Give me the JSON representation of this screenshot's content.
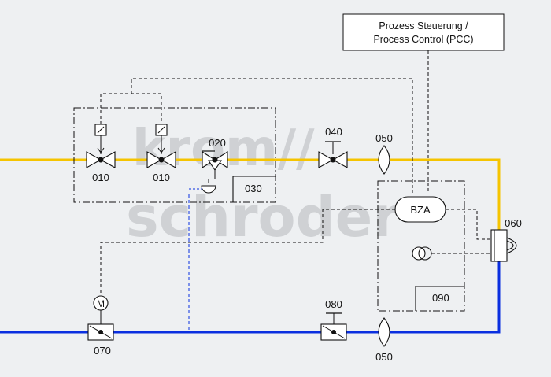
{
  "watermark": {
    "line1": "krom//",
    "line2": "schroder"
  },
  "control_box": {
    "line1": "Prozess Steuerung /",
    "line2": "Process Control (PCC)"
  },
  "components": {
    "valve_010_a": "010",
    "valve_010_b": "010",
    "valve_020": "020",
    "pressure_030": "030",
    "valve_040": "040",
    "orifice_050_gas": "050",
    "burner_060": "060",
    "valve_070": "070",
    "valve_080": "080",
    "orifice_050_air": "050",
    "unit_090": "090",
    "bza": "BZA"
  },
  "colors": {
    "gas_line": "#f5c400",
    "air_line": "#0a2fe0",
    "background": "#eef0f2"
  }
}
